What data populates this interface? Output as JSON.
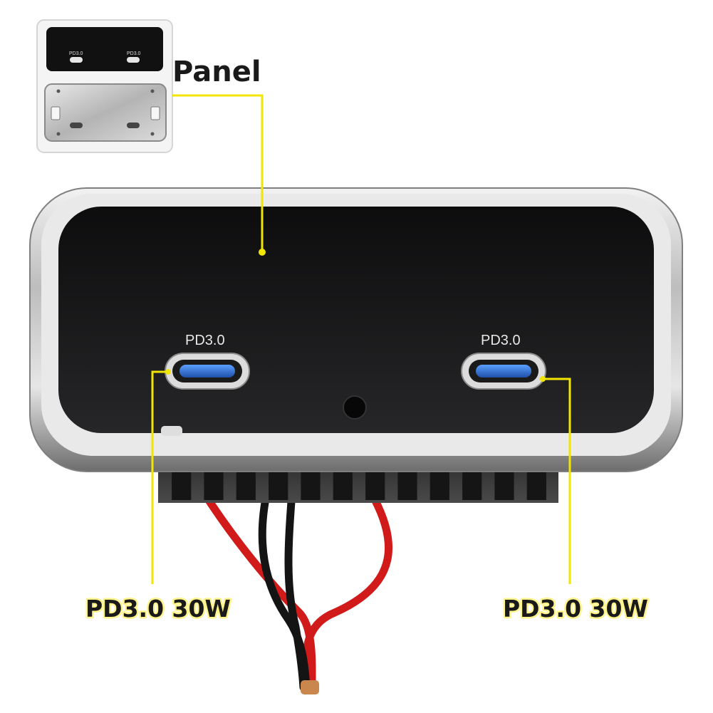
{
  "labels": {
    "panel": "Panel",
    "port_left_spec": "PD3.0 30W",
    "port_right_spec": "PD3.0 30W"
  },
  "ports": {
    "left": "PD3.0",
    "right": "PD3.0"
  },
  "inset": {
    "top_left_port": "PD3.0",
    "top_right_port": "PD3.0"
  },
  "colors": {
    "callout_line": "#f2e600",
    "faceplate": "#1b1b1d",
    "bezel": "#c9c9c9",
    "usb_c": "#2f6fd6",
    "wire_red": "#d11a1a",
    "wire_black": "#141414"
  }
}
